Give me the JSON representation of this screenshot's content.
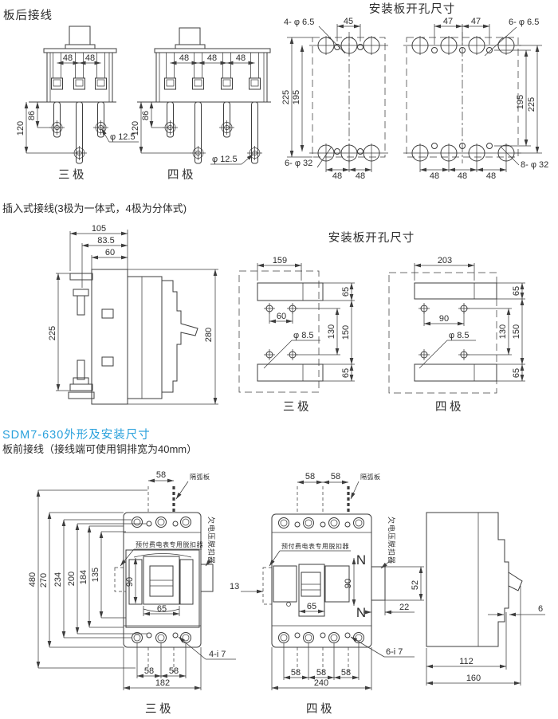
{
  "sec1": {
    "title": "板后接线",
    "mount_title": "安装板开孔尺寸",
    "pole3": "三极",
    "pole4": "四极",
    "a": {
      "d48a": "48",
      "d48b": "48",
      "d86": "86",
      "d120": "120",
      "hole": "φ 12.5"
    },
    "b": {
      "d48a": "48",
      "d48b": "48",
      "d48c": "48",
      "d86": "86",
      "d120": "120",
      "hole": "φ 12.5"
    },
    "c": {
      "w45": "45",
      "small": "4- φ 6.5",
      "h225": "225",
      "h195": "195",
      "big": "6- φ 32",
      "d48a": "48",
      "d48b": "48"
    },
    "d": {
      "w47a": "47",
      "w47b": "47",
      "small": "6- φ 6.5",
      "h195": "195",
      "h225": "225",
      "big": "8- φ 32",
      "d48a": "48",
      "d48b": "48",
      "d48c": "48"
    }
  },
  "sec2": {
    "title": "插入式接线(3极为一体式，4极为分体式)",
    "mount_title": "安装板开孔尺寸",
    "pole3": "三极",
    "pole4": "四极",
    "e": {
      "w105": "105",
      "w83": "83.5",
      "w60": "60",
      "h225": "225",
      "h280": "280"
    },
    "f": {
      "w159": "159",
      "t65": "65",
      "w60": "60",
      "h130": "130",
      "h150": "150",
      "hole": "φ 8.5",
      "b65": "65"
    },
    "g": {
      "w203": "203",
      "t65": "65",
      "w90": "90",
      "h130": "130",
      "h150": "150",
      "hole": "φ 8.5",
      "b65": "65"
    }
  },
  "sec3": {
    "title": "SDM7-630外形及安装尺寸",
    "subtitle": "板前接线（接线端可使用铜排宽为40mm）",
    "pole3": "三极",
    "pole4": "四极",
    "arc_plate": "隔弧板",
    "prepaid": "预付费电表专用脱扣器",
    "undervolt": "欠电压脱扣器",
    "n": "N",
    "h": {
      "t58": "58",
      "h480": "480",
      "h270": "270",
      "h234": "234",
      "h200": "200",
      "h184": "184",
      "h135": "135",
      "h90": "90",
      "w65": "65",
      "b58a": "58",
      "b58b": "58",
      "w182": "182",
      "holes": "4-i 7"
    },
    "i": {
      "t58a": "58",
      "t58b": "58",
      "w13": "13",
      "h90": "90",
      "w65": "65",
      "h52": "52",
      "w22": "22",
      "holes": "6-i 7",
      "b58a": "58",
      "b58b": "58",
      "b58c": "58",
      "w240": "240"
    },
    "j": {
      "w6": "6",
      "w112": "112",
      "w160": "160"
    }
  },
  "colors": {
    "line": "#3d3d3d",
    "accent_blue": "#2aa1dc"
  }
}
